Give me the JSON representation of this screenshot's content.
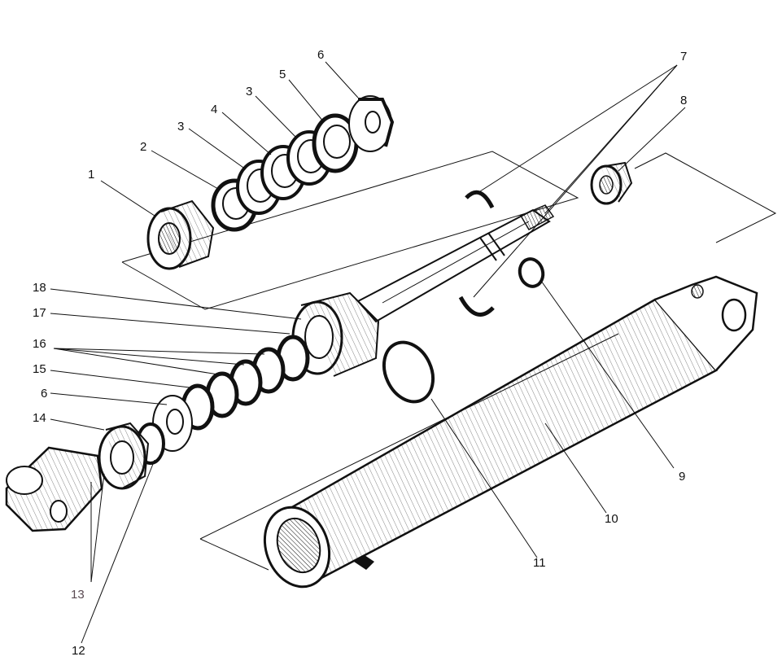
{
  "labels": {
    "l1": "1",
    "l2": "2",
    "l3a": "3",
    "l3b": "3",
    "l4": "4",
    "l5": "5",
    "l6a": "6",
    "l7": "7",
    "l8": "8",
    "l9": "9",
    "l10": "10",
    "l11": "11",
    "l12": "12",
    "l13": "13",
    "l14": "14",
    "l15": "15",
    "l16": "16",
    "l6b": "6",
    "l17": "17",
    "l18": "18"
  },
  "colors": {
    "ink": "#111111",
    "label_13": "#5a4a52",
    "background": "#ffffff"
  }
}
